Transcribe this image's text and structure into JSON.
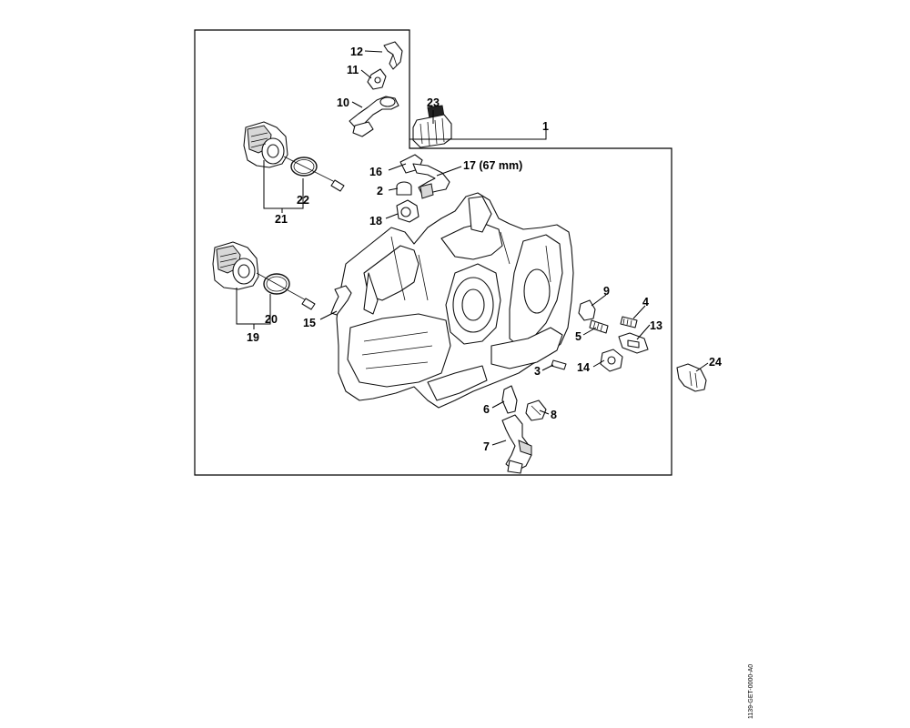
{
  "callouts": [
    {
      "id": "c1",
      "label": "1"
    },
    {
      "id": "c2",
      "label": "2"
    },
    {
      "id": "c3",
      "label": "3"
    },
    {
      "id": "c4",
      "label": "4"
    },
    {
      "id": "c5",
      "label": "5"
    },
    {
      "id": "c6",
      "label": "6"
    },
    {
      "id": "c7",
      "label": "7"
    },
    {
      "id": "c8",
      "label": "8"
    },
    {
      "id": "c9",
      "label": "9"
    },
    {
      "id": "c10",
      "label": "10"
    },
    {
      "id": "c11",
      "label": "11"
    },
    {
      "id": "c12",
      "label": "12"
    },
    {
      "id": "c13",
      "label": "13"
    },
    {
      "id": "c14",
      "label": "14"
    },
    {
      "id": "c15",
      "label": "15"
    },
    {
      "id": "c16",
      "label": "16"
    },
    {
      "id": "c17",
      "label": "17 (67 mm)"
    },
    {
      "id": "c18",
      "label": "18"
    },
    {
      "id": "c19",
      "label": "19"
    },
    {
      "id": "c20",
      "label": "20"
    },
    {
      "id": "c21",
      "label": "21"
    },
    {
      "id": "c22",
      "label": "22"
    },
    {
      "id": "c23",
      "label": "23"
    },
    {
      "id": "c24",
      "label": "24"
    }
  ],
  "drawing_code": "1139-GET-0000-A0"
}
